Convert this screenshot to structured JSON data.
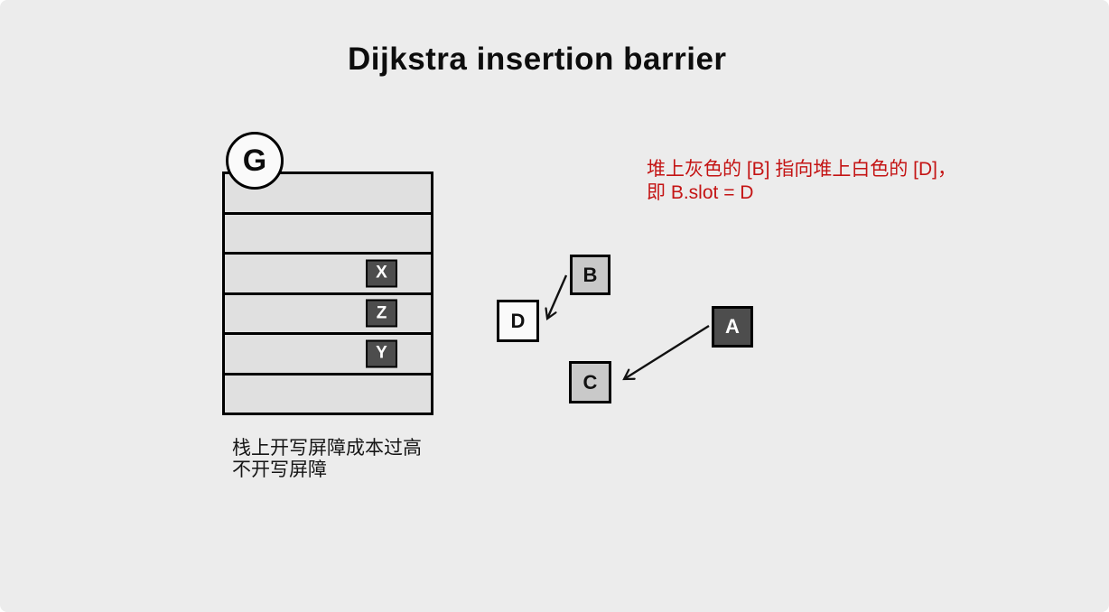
{
  "slide": {
    "title": "Dijkstra insertion barrier"
  },
  "annotation": {
    "line1": "堆上灰色的 [B] 指向堆上白色的 [D]，",
    "line2": "即 B.slot = D"
  },
  "stack": {
    "goroutine_label": "G",
    "rows": [
      {
        "slot": ""
      },
      {
        "slot": ""
      },
      {
        "slot": "X"
      },
      {
        "slot": "Z"
      },
      {
        "slot": "Y"
      },
      {
        "slot": ""
      }
    ],
    "caption": {
      "line1": "栈上开写屏障成本过高",
      "line2": "不开写屏障"
    }
  },
  "heap": {
    "objects": [
      {
        "label": "B",
        "shade": "gray"
      },
      {
        "label": "D",
        "shade": "white"
      },
      {
        "label": "C",
        "shade": "gray"
      },
      {
        "label": "A",
        "shade": "dark"
      }
    ]
  },
  "colors": {
    "canvas-bg": "#ececec",
    "stack-row-fill": "#e0e0e0",
    "dark-box-fill": "#4d4d4d",
    "gray-box-fill": "#c9c9c9",
    "white-box-fill": "#fafafa",
    "annotation-red": "#c41414",
    "line-black": "#111111"
  }
}
